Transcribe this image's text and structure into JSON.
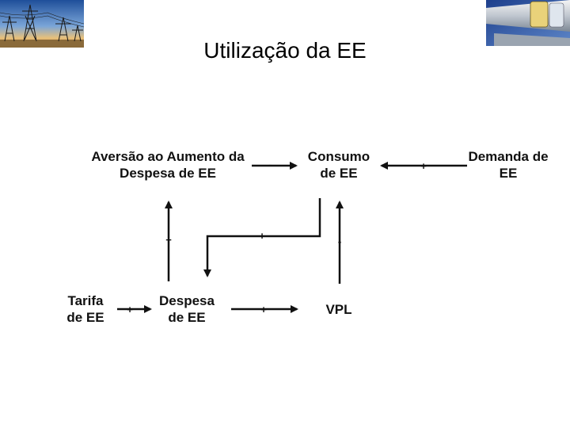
{
  "title": "Utilização da EE",
  "nodes": {
    "aversao": {
      "line1": "Aversão ao Aumento da",
      "line2": "Despesa de EE"
    },
    "consumo": {
      "line1": "Consumo",
      "line2": "de EE"
    },
    "demanda": {
      "line1": "Demanda de",
      "line2": "EE"
    },
    "tarifa": {
      "line1": "Tarifa",
      "line2": "de EE"
    },
    "despesa": {
      "line1": "Despesa",
      "line2": "de EE"
    },
    "vpl": {
      "line1": "VPL"
    }
  },
  "links": [
    {
      "from": "Aversão ao Aumento da Despesa de EE",
      "to": "Consumo de EE",
      "polarity": "-"
    },
    {
      "from": "Demanda de EE",
      "to": "Consumo de EE",
      "polarity": "+"
    },
    {
      "from": "Consumo de EE",
      "to": "Despesa de EE",
      "polarity": "+"
    },
    {
      "from": "Despesa de EE",
      "to": "Aversão ao Aumento da Despesa de EE",
      "polarity": "+"
    },
    {
      "from": "VPL",
      "to": "Consumo de EE",
      "polarity": "-"
    },
    {
      "from": "Tarifa de EE",
      "to": "Despesa de EE",
      "polarity": "+"
    },
    {
      "from": "Despesa de EE",
      "to": "VPL",
      "polarity": "+"
    }
  ],
  "icons": {
    "left_logo": "power-transmission-towers-image",
    "right_logo": "gas-pipeline-image"
  }
}
